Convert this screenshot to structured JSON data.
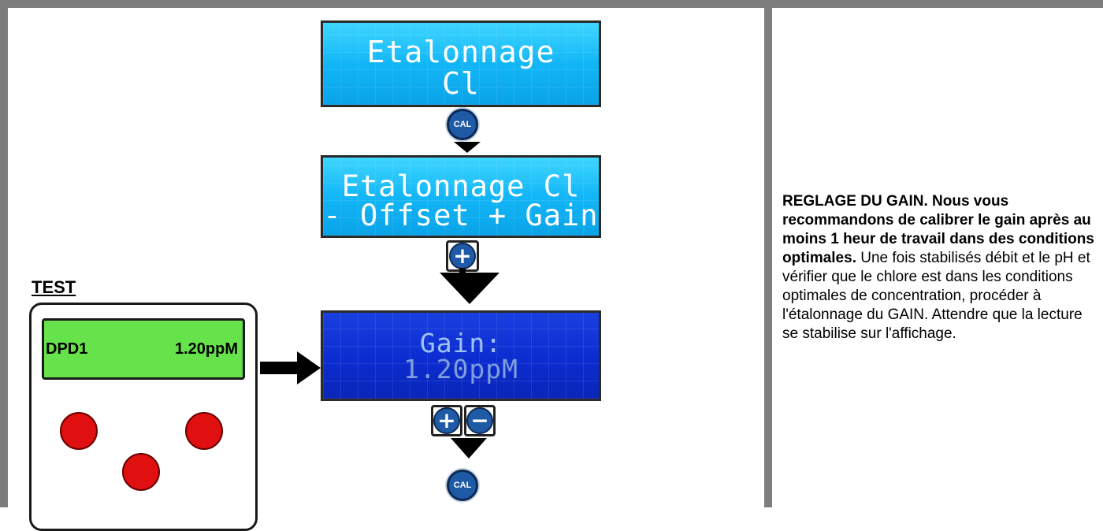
{
  "lcd1": {
    "line1": "Etalonnage",
    "line2": "Cl"
  },
  "lcd2": {
    "line1": "Etalonnage Cl",
    "line2": "- Offset + Gain"
  },
  "lcd3": {
    "line1": "Gain:",
    "line2": "1.20ppM"
  },
  "buttons": {
    "cal_label": "CAL",
    "plus_symbol": "+",
    "minus_symbol": "−"
  },
  "test": {
    "title": "TEST",
    "screen_label": "DPD1",
    "screen_value": "1.20ppM"
  },
  "description": {
    "bold": "REGLAGE DU GAIN. Nous vous recommandons de calibrer le gain après au moins 1 heur de travail dans des conditions optimales.",
    "normal": " Une fois stabilisés débit et le pH et vérifier que le chlore est dans les conditions optimales de concentration, procéder à l'étalonnage du GAIN. Attendre que la lecture se stabilise sur l'affichage."
  },
  "colors": {
    "lcd_cyan": "#12b6f7",
    "lcd_blue": "#0b2cd0",
    "test_screen": "#66e34b",
    "red_button": "#e01010",
    "button_blue": "#1f5aa6",
    "frame_gray": "#7d7d7d"
  }
}
